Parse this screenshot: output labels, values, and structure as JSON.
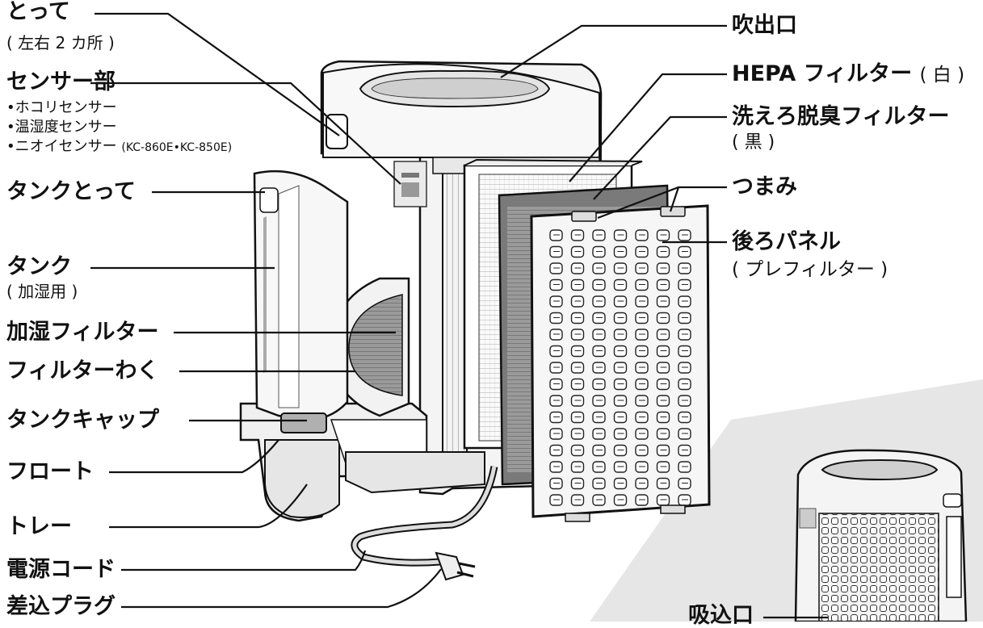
{
  "labels": {
    "handle": "とって",
    "handle_note": "( 左右 2 カ所 )",
    "sensor": "センサー部",
    "sensor_items": [
      "•ホコリセンサー",
      "•温湿度センサー",
      "•ニオイセンサー"
    ],
    "sensor_models": "(KC-860E•KC-850E)",
    "tank_handle": "タンクとって",
    "tank": "タンク",
    "tank_note": "( 加湿用 )",
    "humid_filter": "加湿フィルター",
    "filter_frame": "フィルターわく",
    "tank_cap": "タンクキャップ",
    "float": "フロート",
    "tray": "トレー",
    "power_cord": "電源コード",
    "plug": "差込プラグ",
    "outlet": "吹出口",
    "hepa": "HEPA フィルター",
    "hepa_note": "( 白 )",
    "deodor": "洗えろ脱臭フィルター",
    "deodor_note": "( 黒 )",
    "knob": "つまみ",
    "back_panel": "後ろパネル",
    "back_panel_note": "( プレフィルター )",
    "intake": "吸込口"
  },
  "colors": {
    "line": "#111111",
    "body": "#f4f4f4",
    "shade": "#c9c9c9",
    "dark": "#555555",
    "floor": "#e6e6e6"
  }
}
